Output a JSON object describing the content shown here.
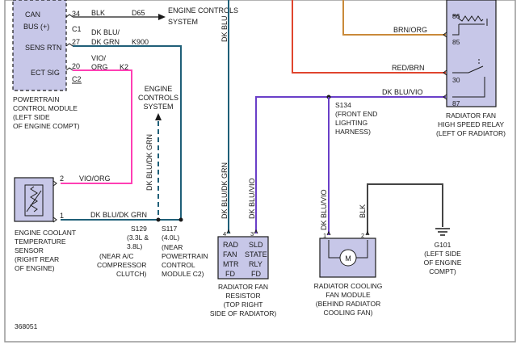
{
  "diagram_id": "368051",
  "colors": {
    "wire_dk_blu": "#1f5f78",
    "wire_vio_org": "#ff3fb4",
    "wire_dk_blu_vio": "#6a3fc8",
    "wire_brn_org": "#c98a3a",
    "wire_red_brn": "#e0452e",
    "wire_blk": "#444444",
    "module_fill": "#c7c7e8",
    "line": "#1a1a1a"
  },
  "pcm": {
    "pins": [
      {
        "name": "CAN BUS (+)",
        "cavity": "C1",
        "number": "34",
        "wire": "BLK",
        "circuit": "D65"
      },
      {
        "name": "SENS RTN",
        "cavity": "C1",
        "number": "27",
        "wire": "DK BLU/ DK GRN",
        "circuit": "K900"
      },
      {
        "name": "ECT SIG",
        "cavity": "C2",
        "number": "20",
        "wire": "VIO/ ORG",
        "circuit": "K2"
      }
    ],
    "label": [
      "POWERTRAIN",
      "CONTROL MODULE",
      "(LEFT SIDE",
      "OF ENGINE COMPT)"
    ]
  },
  "top_system_label": [
    "ENGINE CONTROLS",
    "SYSTEM"
  ],
  "engine_controls_label": [
    "ENGINE",
    "CONTROLS",
    "SYSTEM"
  ],
  "ect_sensor": {
    "pin_numbers": [
      "2",
      "1"
    ],
    "label": [
      "ENGINE COOLANT",
      "TEMPERATURE",
      "SENSOR",
      "(RIGHT REAR",
      "OF ENGINE)"
    ]
  },
  "wire_labels": {
    "vio_org": "VIO/ORG",
    "dk_blu_dk_grn_h": "DK BLU/DK GRN",
    "dk_blu_dk_grn_v": "DK BLU/DK GRN",
    "dk_blu_top": "DK BLU",
    "dk_blu_dk_grn_res": "DK BLU/DK GRN",
    "dk_blu_vio_res": "DK BLU/VIO",
    "dk_blu_vio_fan": "DK BLU/VIO",
    "blk_gnd": "BLK",
    "brn_org": "BRN/ORG",
    "red_brn": "RED/BRN",
    "dk_blu_vio_relay": "DK BLU/VIO"
  },
  "splices": {
    "s129": [
      "S129",
      "(3.3L &",
      "3.8L)",
      "(NEAR A/C",
      "COMPRESSOR",
      "CLUTCH)"
    ],
    "s117": [
      "S117",
      "(4.0L)",
      "(NEAR",
      "POWERTRAIN",
      "CONTROL",
      "MODULE C2)"
    ],
    "s134": [
      "S134",
      "(FRONT END",
      "LIGHTING",
      "HARNESS)"
    ]
  },
  "resistor": {
    "pin_numbers": [
      "4",
      "3"
    ],
    "box": [
      "RAD",
      "SLD",
      "FAN",
      "STATE",
      "MTR",
      "RLY",
      "FD",
      "FD"
    ],
    "label": [
      "RADIATOR FAN",
      "RESISTOR",
      "(TOP RIGHT",
      "SIDE OF RADIATOR)"
    ]
  },
  "fan_module": {
    "pin_numbers": [
      "1",
      "2"
    ],
    "motor": "M",
    "label": [
      "RADIATOR COOLING",
      "FAN MODULE",
      "(BEHIND RADIATOR",
      "COOLING FAN)"
    ]
  },
  "ground": {
    "label": [
      "G101",
      "(LEFT SIDE",
      "OF ENGINE",
      "COMPT)"
    ]
  },
  "relay": {
    "pins": [
      "86",
      "85",
      "30",
      "87"
    ],
    "label": [
      "RADIATOR FAN",
      "HIGH SPEED RELAY",
      "(LEFT OF RADIATOR)"
    ]
  }
}
